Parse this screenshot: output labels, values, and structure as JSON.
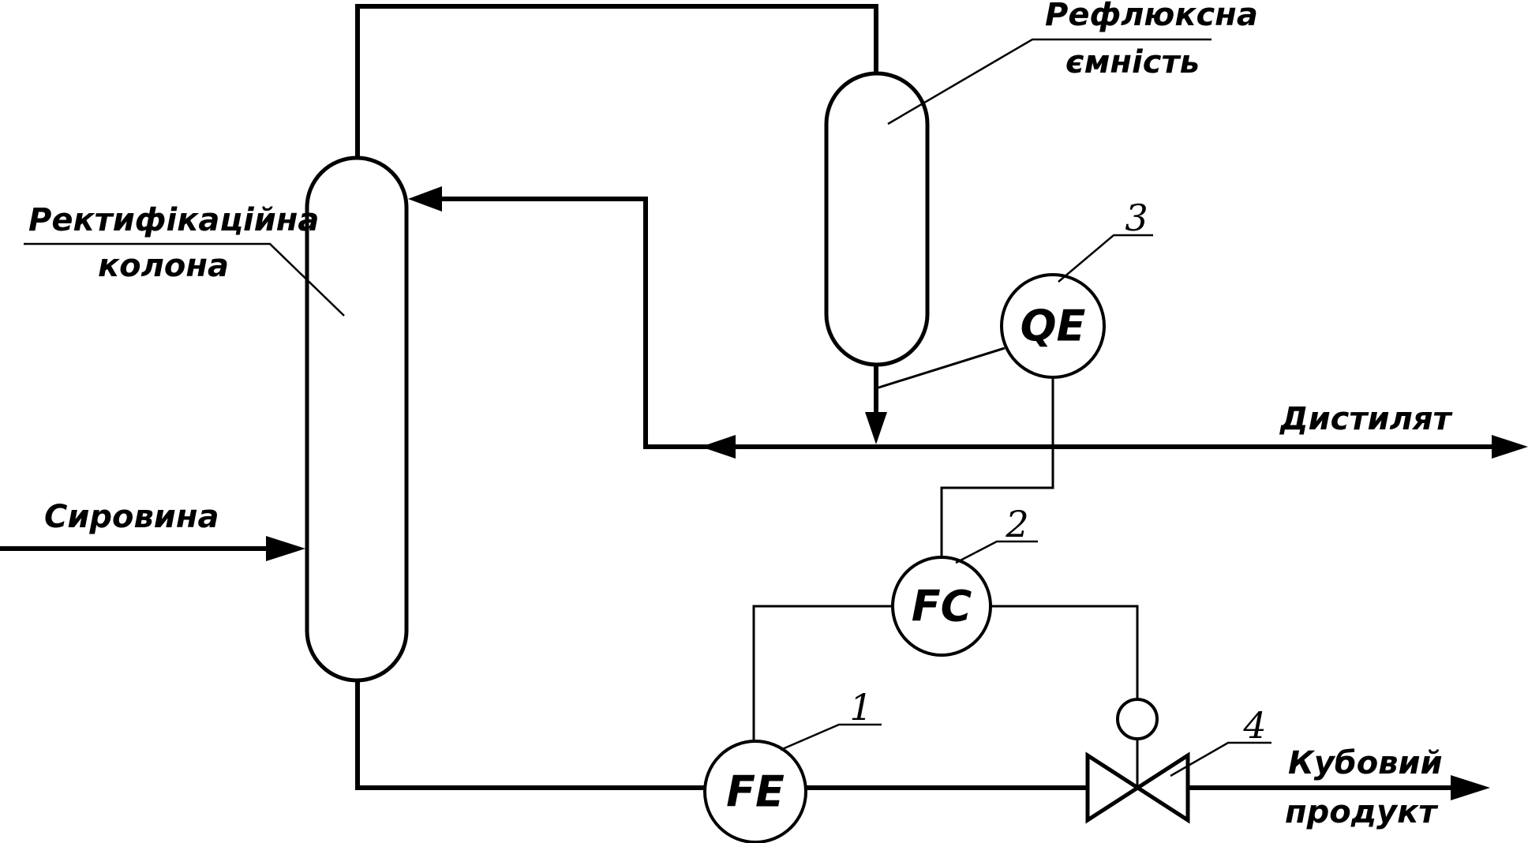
{
  "labels": {
    "column": [
      "Ректифікаційна",
      "колона"
    ],
    "reflux": [
      "Рефлюксна",
      "ємність"
    ],
    "distillate": "Дистилят",
    "feed": "Сировина",
    "bottoms": [
      "Кубовий",
      "продукт"
    ]
  },
  "instruments": [
    {
      "id": "FE",
      "text": "FE",
      "number": "1"
    },
    {
      "id": "FC",
      "text": "FC",
      "number": "2"
    },
    {
      "id": "QE",
      "text": "QE",
      "number": "3"
    }
  ],
  "valve": {
    "number": "4"
  }
}
